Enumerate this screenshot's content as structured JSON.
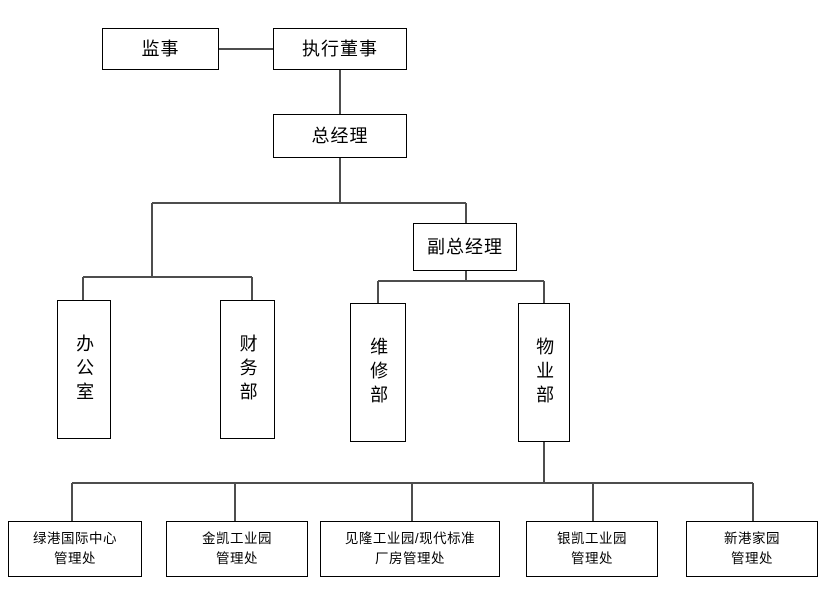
{
  "chart": {
    "type": "org-chart",
    "title": "",
    "line_color": "#4d4d4d",
    "box_border_color": "#000000",
    "background_color": "#ffffff",
    "text_color": "#000000",
    "nodes": {
      "supervisor": {
        "label": "监事",
        "orientation": "horizontal"
      },
      "executive_director": {
        "label": "执行董事",
        "orientation": "horizontal"
      },
      "general_manager": {
        "label": "总经理",
        "orientation": "horizontal"
      },
      "deputy_general_manager": {
        "label": "副总经理",
        "orientation": "horizontal"
      },
      "office": {
        "label": "办公室",
        "orientation": "vertical"
      },
      "finance_dept": {
        "label": "财务部",
        "orientation": "vertical"
      },
      "maintenance_dept": {
        "label": "维修部",
        "orientation": "vertical"
      },
      "property_dept": {
        "label": "物业部",
        "orientation": "vertical"
      },
      "site_1": {
        "label": "绿港国际中心\n管理处",
        "orientation": "horizontal-small"
      },
      "site_2": {
        "label": "金凯工业园\n管理处",
        "orientation": "horizontal-small"
      },
      "site_3": {
        "label": "见隆工业园/现代标准\n厂房管理处",
        "orientation": "horizontal-small"
      },
      "site_4": {
        "label": "银凯工业园\n管理处",
        "orientation": "horizontal-small"
      },
      "site_5": {
        "label": "新港家园\n管理处",
        "orientation": "horizontal-small"
      }
    },
    "edges": [
      {
        "from": "supervisor",
        "to": "executive_director",
        "style": "horizontal"
      },
      {
        "from": "executive_director",
        "to": "general_manager",
        "style": "vertical"
      },
      {
        "from": "general_manager",
        "to": "deputy_general_manager",
        "style": "elbow"
      },
      {
        "from": "general_manager",
        "to": "office",
        "style": "elbow"
      },
      {
        "from": "general_manager",
        "to": "finance_dept",
        "style": "elbow"
      },
      {
        "from": "deputy_general_manager",
        "to": "maintenance_dept",
        "style": "elbow"
      },
      {
        "from": "deputy_general_manager",
        "to": "property_dept",
        "style": "elbow"
      },
      {
        "from": "property_dept",
        "to": "site_1",
        "style": "elbow"
      },
      {
        "from": "property_dept",
        "to": "site_2",
        "style": "elbow"
      },
      {
        "from": "property_dept",
        "to": "site_3",
        "style": "elbow"
      },
      {
        "from": "property_dept",
        "to": "site_4",
        "style": "elbow"
      },
      {
        "from": "property_dept",
        "to": "site_5",
        "style": "elbow"
      }
    ]
  }
}
